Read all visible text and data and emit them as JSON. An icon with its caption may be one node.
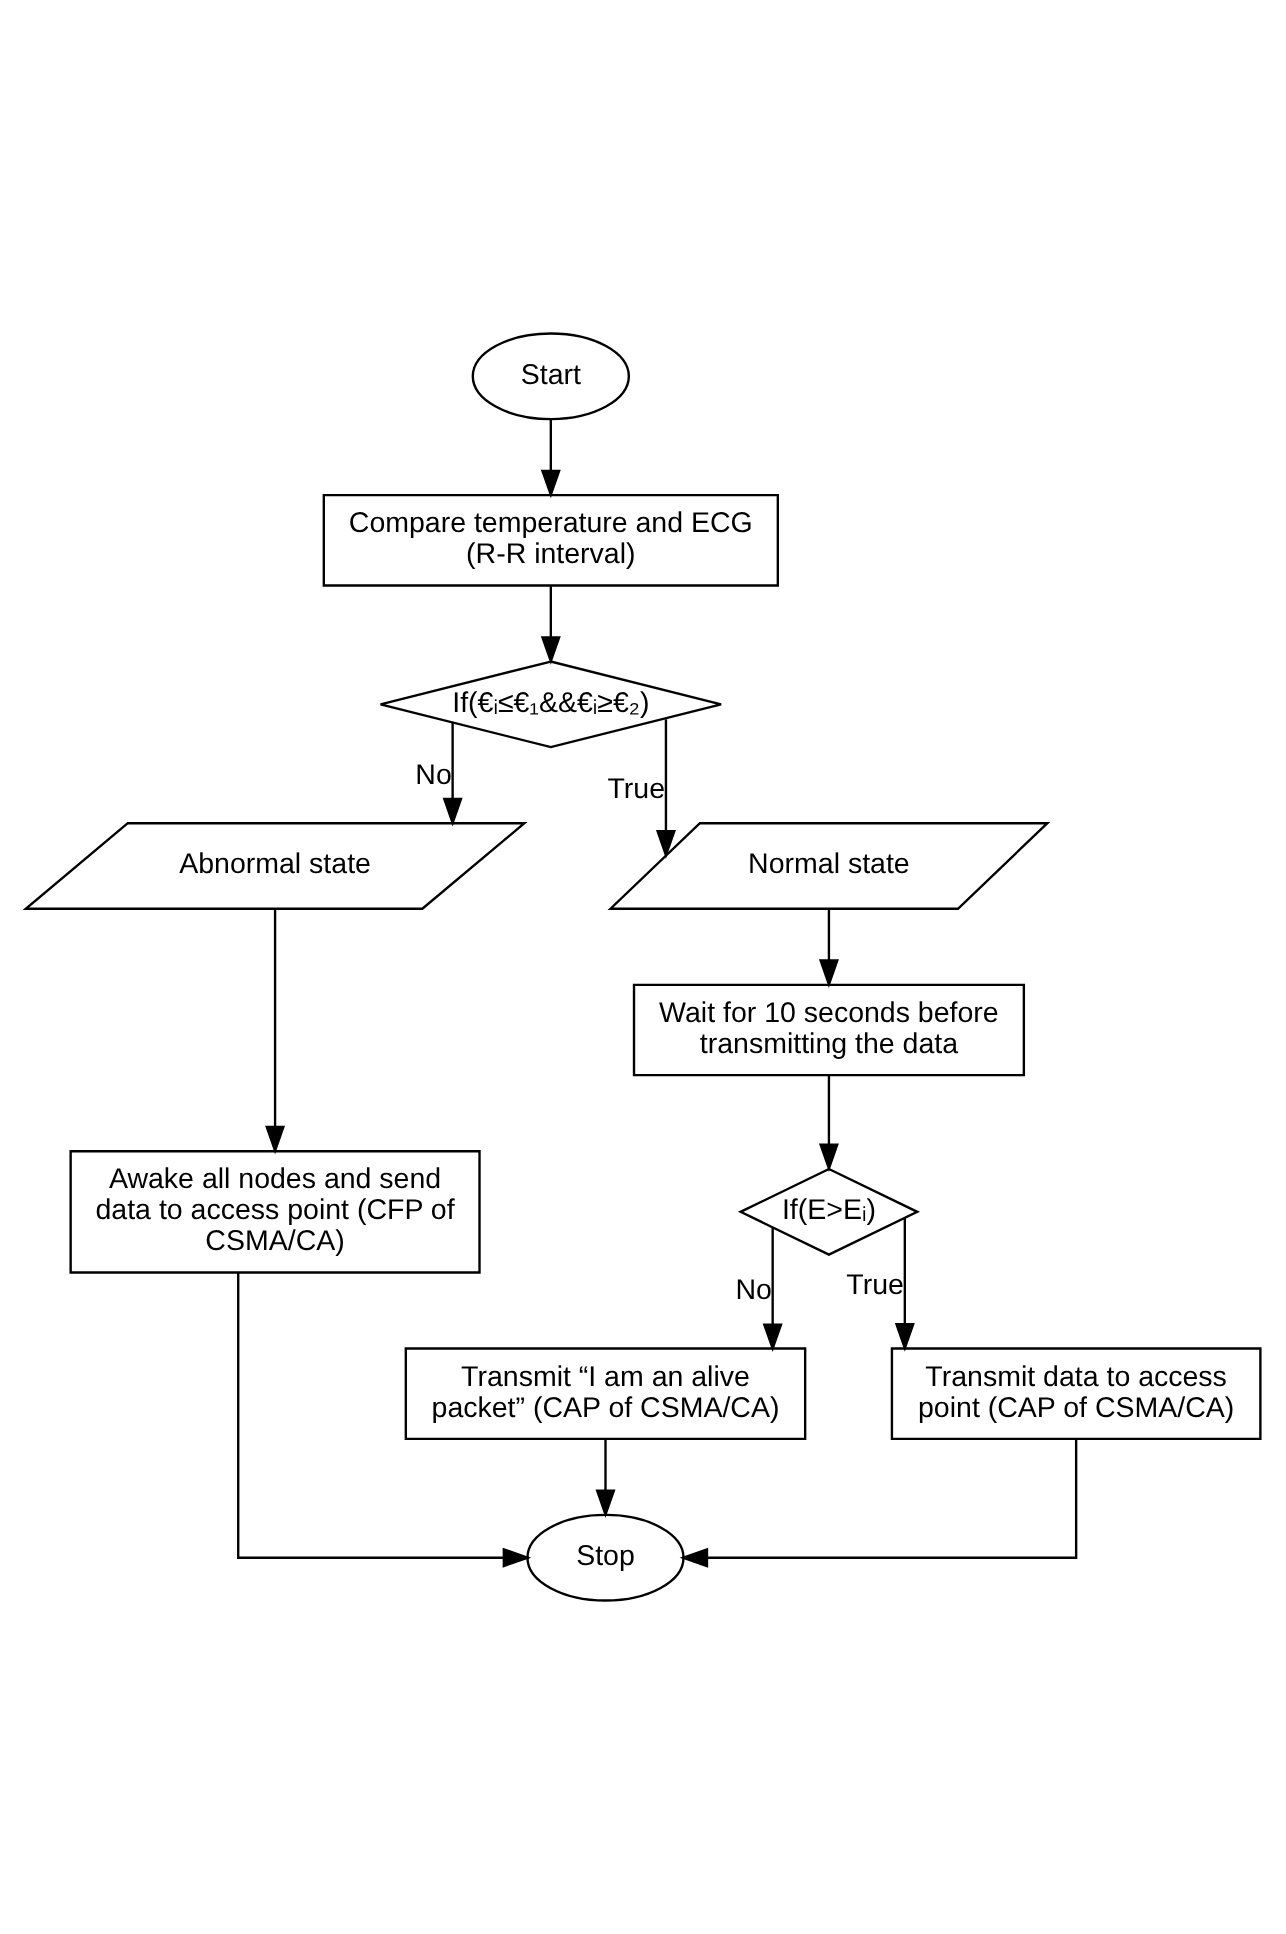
{
  "diagram": {
    "nodes": [
      {
        "text": [
          "Start"
        ]
      },
      {
        "text": [
          "Compare temperature and ECG (R-R interval)"
        ]
      },
      {
        "text": [
          "If(€ᵢ≤€₁&&€ᵢ≥€₂)"
        ]
      },
      {
        "text": [
          "Abnormal state"
        ]
      },
      {
        "text": [
          "Normal state"
        ]
      },
      {
        "text": [
          "Awake all nodes and send data to access point (CFP of CSMA/CA)"
        ]
      },
      {
        "text": [
          "Wait for 10 seconds before transmitting the data"
        ]
      },
      {
        "text": [
          "If(E>Eᵢ)"
        ]
      },
      {
        "text": [
          "Transmit “I am an alive packet” (CAP of CSMA/CA)"
        ]
      },
      {
        "text": [
          "Transmit data to access point (CAP of CSMA/CA)"
        ]
      },
      {
        "text": [
          "Stop"
        ]
      }
    ],
    "edges": [
      {
        "from": 0,
        "to": 1,
        "arrow": "to"
      },
      {
        "from": 1,
        "to": 2,
        "arrow": "to"
      },
      {
        "from": 2,
        "to": 3,
        "arrow": "to",
        "label": "No"
      },
      {
        "from": 2,
        "to": 4,
        "arrow": "to",
        "label": "True"
      },
      {
        "from": 3,
        "to": 5,
        "arrow": "to"
      },
      {
        "from": 4,
        "to": 6,
        "arrow": "to"
      },
      {
        "from": 6,
        "to": 7,
        "arrow": "to"
      },
      {
        "from": 7,
        "to": 8,
        "arrow": "to",
        "label": "No"
      },
      {
        "from": 7,
        "to": 9,
        "arrow": "to",
        "label": "True"
      },
      {
        "from": 5,
        "to": 10,
        "arrow": "to"
      },
      {
        "from": 8,
        "to": 10,
        "arrow": "to"
      },
      {
        "from": 9,
        "to": 10,
        "arrow": "to"
      }
    ]
  }
}
